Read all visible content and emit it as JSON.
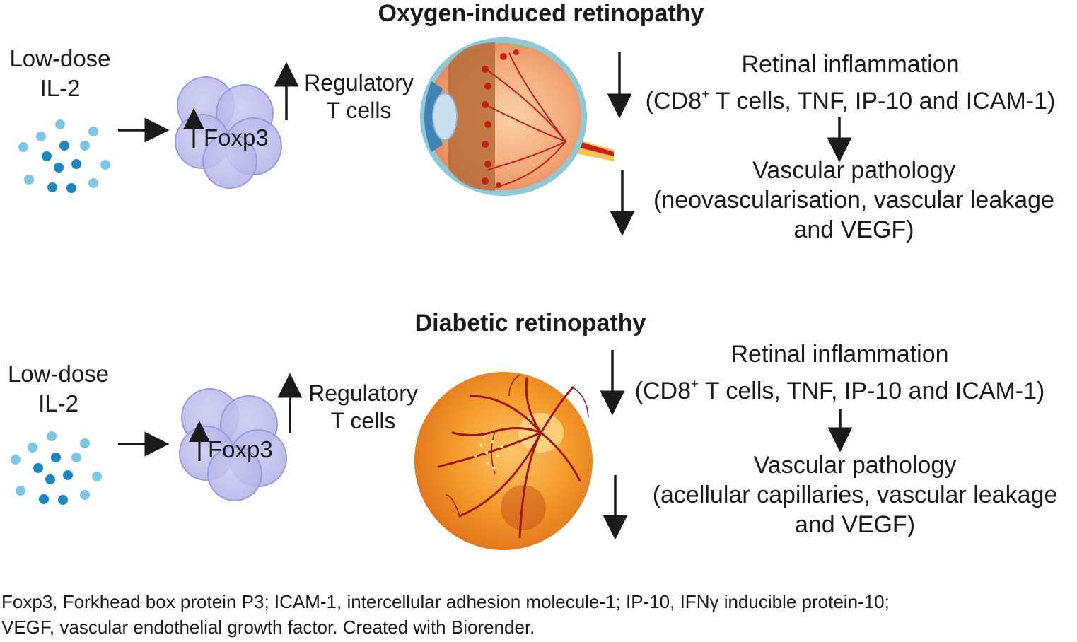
{
  "panels": [
    {
      "title": "Oxygen-induced retinopathy",
      "treatment": "Low-dose\nIL-2",
      "marker": "Foxp3",
      "cell_type": "Regulatory\nT cells",
      "effect1_title": "Retinal inflammation",
      "effect1_pre": "(CD8",
      "effect1_sup": "+",
      "effect1_post": " T cells, TNF, IP-10 and ICAM-1)",
      "effect2_title": "Vascular pathology",
      "effect2_detail": "(neovascularisation, vascular leakage\nand VEGF)",
      "image": "eye-cross-section"
    },
    {
      "title": "Diabetic retinopathy",
      "treatment": "Low-dose\nIL-2",
      "marker": "Foxp3",
      "cell_type": "Regulatory\nT cells",
      "effect1_title": "Retinal inflammation",
      "effect1_pre": "(CD8",
      "effect1_sup": "+",
      "effect1_post": " T cells, TNF, IP-10 and ICAM-1)",
      "effect2_title": "Vascular pathology",
      "effect2_detail": "(acellular capillaries, vascular leakage\nand VEGF)",
      "image": "retinal-fundus"
    }
  ],
  "footnote": {
    "line1": "Foxp3, Forkhead box protein P3; ICAM-1, intercellular adhesion molecule-1; IP-10, IFNγ inducible protein-10;",
    "line2": "VEGF, vascular endothelial growth factor. Created with Biorender."
  },
  "colors": {
    "text": "#1a1a1a",
    "dot_light": "#7cc6e6",
    "dot_dark": "#1a87bf",
    "cell_fill": "#b9b9ea",
    "cell_edge": "#9a9adf",
    "fundus": "#f08a1c",
    "vessel": "#a0160c"
  }
}
